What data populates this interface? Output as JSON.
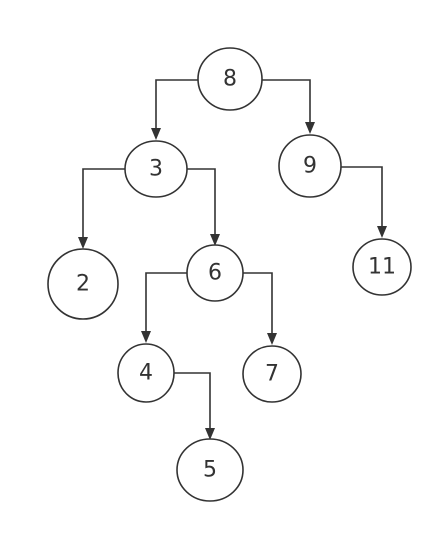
{
  "diagram": {
    "type": "binary-search-tree",
    "nodes": [
      {
        "id": "n8",
        "label": "8"
      },
      {
        "id": "n3",
        "label": "3"
      },
      {
        "id": "n9",
        "label": "9"
      },
      {
        "id": "n2",
        "label": "2"
      },
      {
        "id": "n6",
        "label": "6"
      },
      {
        "id": "n11",
        "label": "11"
      },
      {
        "id": "n4",
        "label": "4"
      },
      {
        "id": "n7",
        "label": "7"
      },
      {
        "id": "n5",
        "label": "5"
      }
    ],
    "edges": [
      {
        "from": "n8",
        "to": "n3"
      },
      {
        "from": "n8",
        "to": "n9"
      },
      {
        "from": "n3",
        "to": "n2"
      },
      {
        "from": "n3",
        "to": "n6"
      },
      {
        "from": "n9",
        "to": "n11"
      },
      {
        "from": "n6",
        "to": "n4"
      },
      {
        "from": "n6",
        "to": "n7"
      },
      {
        "from": "n4",
        "to": "n5"
      }
    ]
  }
}
